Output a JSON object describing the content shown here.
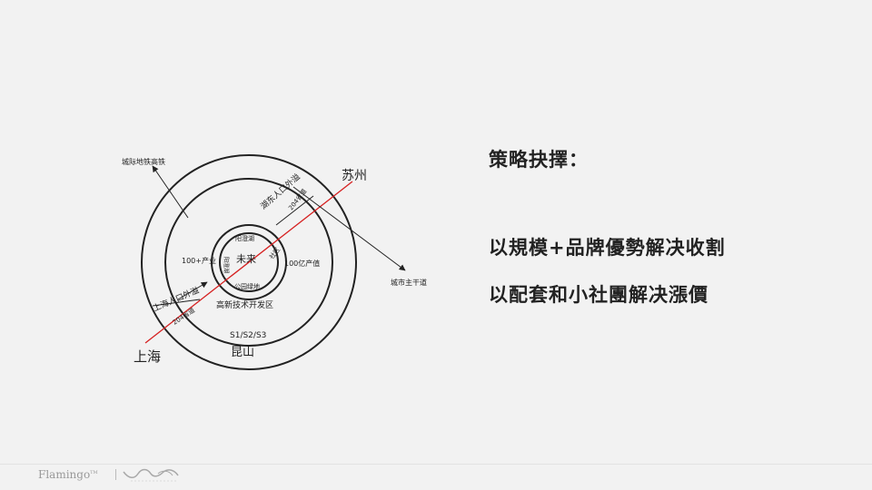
{
  "title": "策略抉擇：",
  "strategies": [
    "以規模+品牌優勢解决收割",
    "以配套和小社團解决漲價"
  ],
  "diagram": {
    "labels": {
      "rail": "城际地铁高铁",
      "suzhou": "苏州",
      "shanghai": "上海",
      "kunshan": "昆山",
      "trunk_road": "城市主干道",
      "outer_ring_ne": "湖东人口外溢",
      "outer_ring_sw": "上海人口外溢",
      "route_204_ne": "204省道",
      "route_204_sw": "204省道",
      "industry_left": "100+产业",
      "industry_right": "100亿产值",
      "hitech_zone": "高新技术开发区",
      "metro": "S1/S2/S3",
      "future": "未来",
      "lake": "阳澄湖",
      "park": "公园绿地",
      "lake_left": "阳澄湖",
      "community": "社区"
    },
    "colors": {
      "stroke": "#222222",
      "axis": "#d62020"
    }
  },
  "footer": {
    "brand": "Flamingo",
    "tm": "TM"
  }
}
